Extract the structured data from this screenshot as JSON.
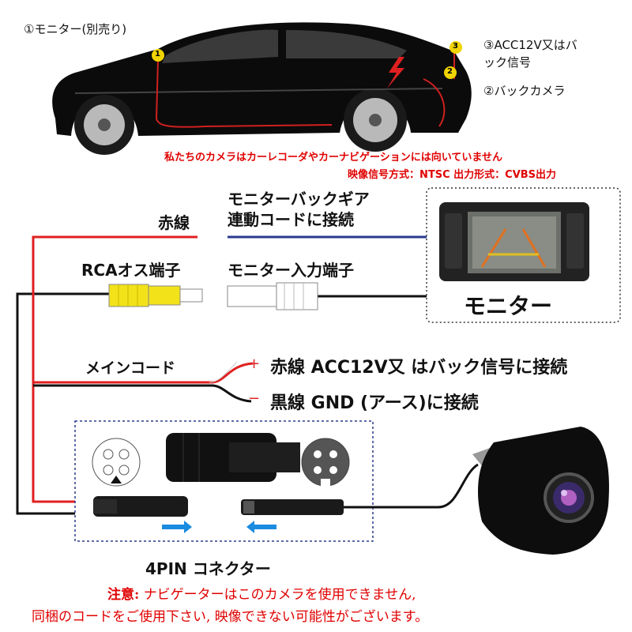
{
  "top_labels": {
    "monitor": "①モニター(別売り)",
    "acc_line1": "③ACC12V又はバ",
    "acc_line2": "ック信号",
    "camera": "②バックカメラ"
  },
  "badges": [
    "1",
    "3",
    "2"
  ],
  "notes": {
    "line1": "私たちのカメラはカーレコーダやカーナビゲーションには向いていません",
    "line2": "映像信号方式：NTSC 出力形式：CVBS出力"
  },
  "wiring": {
    "gear_line1": "モニターバックギア",
    "gear_line2": "連動コードに接続",
    "red_wire": "赤線",
    "rca_male": "RCAオス端子",
    "monitor_input": "モニター入力端子",
    "monitor": "モニター",
    "main_cord": "メインコード",
    "plus": "+",
    "minus": "−",
    "red_acc": "赤線  ACC12V又 はバック信号に接続",
    "black_gnd": "黒線  GND (アース)に接続",
    "connector": "4PIN コネクター"
  },
  "warning": {
    "label": "注意:",
    "line1": "ナビゲーターはこのカメラを使用できません,",
    "line2": "同梱のコードをご使用下さい, 映像できない可能性がございます。"
  },
  "colors": {
    "red_wire": "#e02020",
    "blue_wire": "#2a3a8c",
    "black_wire": "#111111",
    "rca_yellow": "#f2e21a",
    "badge_yellow": "#f0d400",
    "warning_red": "#e00000"
  }
}
